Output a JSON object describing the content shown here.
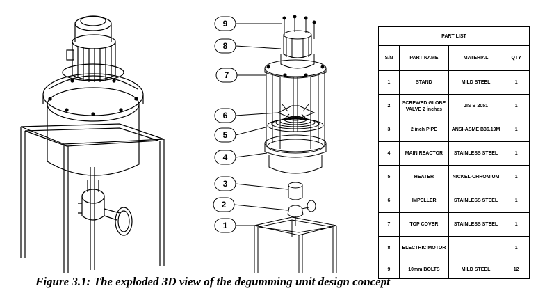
{
  "table": {
    "title": "PART LIST",
    "headers": [
      "S/N",
      "PART NAME",
      "MATERIAL",
      "QTY"
    ],
    "rows": [
      [
        "1",
        "STAND",
        "MILD STEEL",
        "1"
      ],
      [
        "2",
        "SCREWED GLOBE VALVE 2 inches",
        "JIS B 2051",
        "1"
      ],
      [
        "3",
        "2 inch PIPE",
        "ANSI-ASME B36.19M",
        "1"
      ],
      [
        "4",
        "MAIN REACTOR",
        "STAINLESS STEEL",
        "1"
      ],
      [
        "5",
        "HEATER",
        "NICKEL-CHROMIUM",
        "1"
      ],
      [
        "6",
        "IMPELLER",
        "STAINLESS STEEL",
        "1"
      ],
      [
        "7",
        "TOP COVER",
        "STAINLESS STEEL",
        "1"
      ],
      [
        "8",
        "ELECTRIC MOTOR",
        "",
        "1"
      ],
      [
        "9",
        "10mm BOLTS",
        "MILD STEEL",
        "12"
      ]
    ]
  },
  "callouts": [
    "9",
    "8",
    "7",
    "6",
    "5",
    "4",
    "3",
    "2",
    "1"
  ],
  "caption": "Figure 3.1: The exploded 3D view of the degumming unit design concept"
}
